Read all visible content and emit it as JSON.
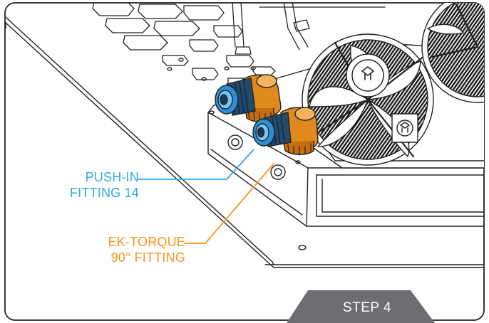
{
  "callouts": {
    "push_in": {
      "line1": "PUSH-IN",
      "line2": "FITTING 14"
    },
    "ek_torque": {
      "line1": "EK-TORQUE",
      "line2": "90° FITTING"
    }
  },
  "step_tag": {
    "label": "STEP 4"
  },
  "colors": {
    "push_in_accent": "#29abe2",
    "torque_accent": "#f7941d",
    "fitting_blue": "#2a8fd6",
    "fitting_orange": "#e08a1e",
    "fan_grille": "#1c1c1c",
    "step_tag_bg": "#6d6e71",
    "step_tag_text": "#ffffff",
    "line_art": "#222222"
  },
  "icons": [
    "ek-fan-hub-logo",
    "rounded-frame"
  ]
}
